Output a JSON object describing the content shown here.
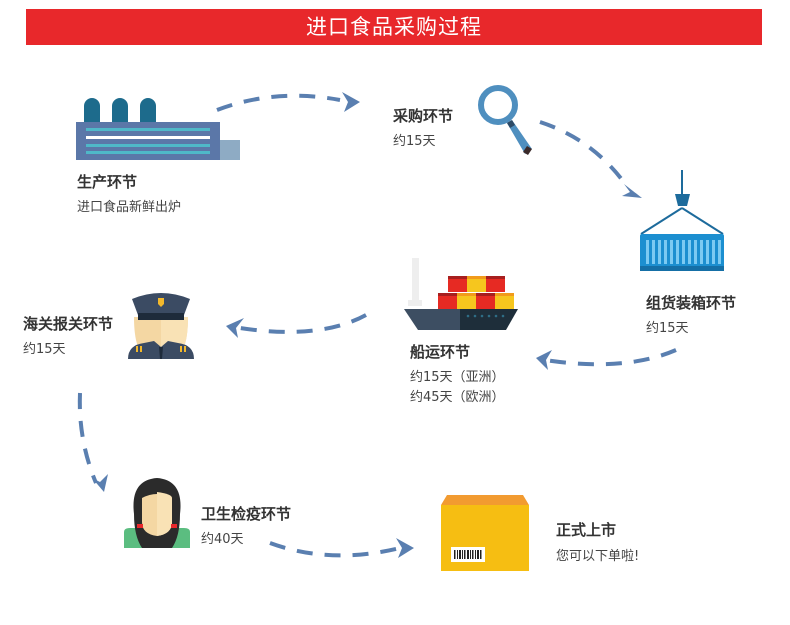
{
  "banner": {
    "title": "进口食品采购过程",
    "color": "#e8282b"
  },
  "arrow_color": "#5a7fb0",
  "steps": [
    {
      "id": "production",
      "icon": "factory-icon",
      "title": "生产环节",
      "lines": [
        "进口食品新鲜出炉"
      ]
    },
    {
      "id": "purchasing",
      "icon": "magnifier-icon",
      "title": "采购环节",
      "lines": [
        "约15天"
      ]
    },
    {
      "id": "container-packing",
      "icon": "container-icon",
      "title": "组货装箱环节",
      "lines": [
        "约15天"
      ]
    },
    {
      "id": "shipping",
      "icon": "cargo-ship-icon",
      "title": "船运环节",
      "lines": [
        "约15天（亚洲）",
        "约45天（欧洲）"
      ]
    },
    {
      "id": "customs",
      "icon": "customs-officer-icon",
      "title": "海关报关环节",
      "lines": [
        "约15天"
      ]
    },
    {
      "id": "health-inspection",
      "icon": "inspector-icon",
      "title": "卫生检疫环节",
      "lines": [
        "约40天"
      ]
    },
    {
      "id": "on-sale",
      "icon": "package-box-icon",
      "title": "正式上市",
      "lines": [
        "您可以下单啦!"
      ]
    }
  ]
}
